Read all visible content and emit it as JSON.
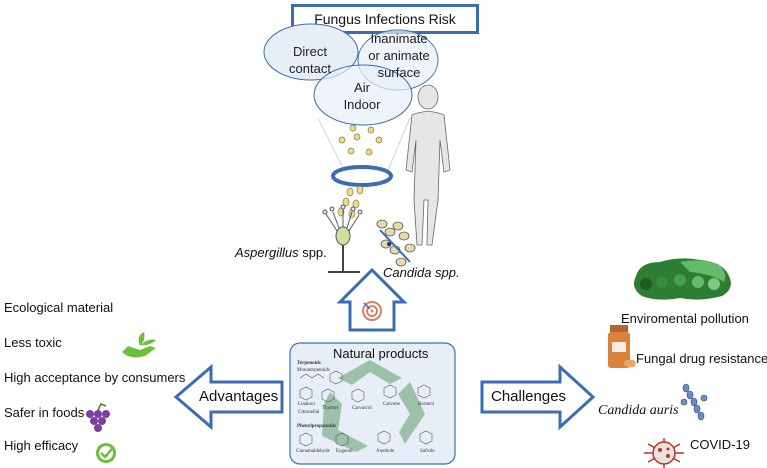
{
  "title": "Fungus Infections Risk",
  "risk_circles": {
    "direct": "Direct contact",
    "air": "Air Indoor",
    "surface": "Inanimate or animate surface"
  },
  "species": {
    "aspergillus_italic": "Aspergillus",
    "aspergillus_suffix": " spp.",
    "candida": "Candida spp."
  },
  "center": {
    "title": "Natural products",
    "tiny_labels": [
      "Terpenoids",
      "Monoterpenoids",
      "Linalool",
      "Citronellal",
      "Thymol",
      "Carvacrol",
      "Carvone",
      "Borneol",
      "Phenylpropanoids",
      "Cinnamaldehyde",
      "Eugenol",
      "Anethole",
      "Safrole"
    ]
  },
  "advantages": {
    "label": "Advantages",
    "items": [
      "Ecological material",
      "Less toxic",
      "High acceptance by consumers",
      "Safer in foods",
      "High efficacy"
    ]
  },
  "challenges": {
    "label": "Challenges",
    "items": [
      "Enviromental pollution",
      "Fungal drug resistance",
      "Candida auris",
      "COVID-19"
    ]
  },
  "colors": {
    "frame_blue": "#3a6db3",
    "circle_fill": "#e8eef8",
    "green_recycle": "#8fb99a",
    "icon_green": "#6bbf3a",
    "grape_purple": "#7b3fa0",
    "bottle_orange": "#d9823b",
    "virus_red": "#b7342a"
  },
  "icon_names": [
    "plant-hand-icon",
    "grapes-icon",
    "check-badge-icon",
    "target-icon",
    "environment-infographic-icon",
    "pill-bottle-icon",
    "yeast-chain-icon",
    "virus-icon",
    "human-silhouette-icon",
    "aspergillus-icon",
    "candida-icon",
    "recycle-arrows-icon"
  ]
}
